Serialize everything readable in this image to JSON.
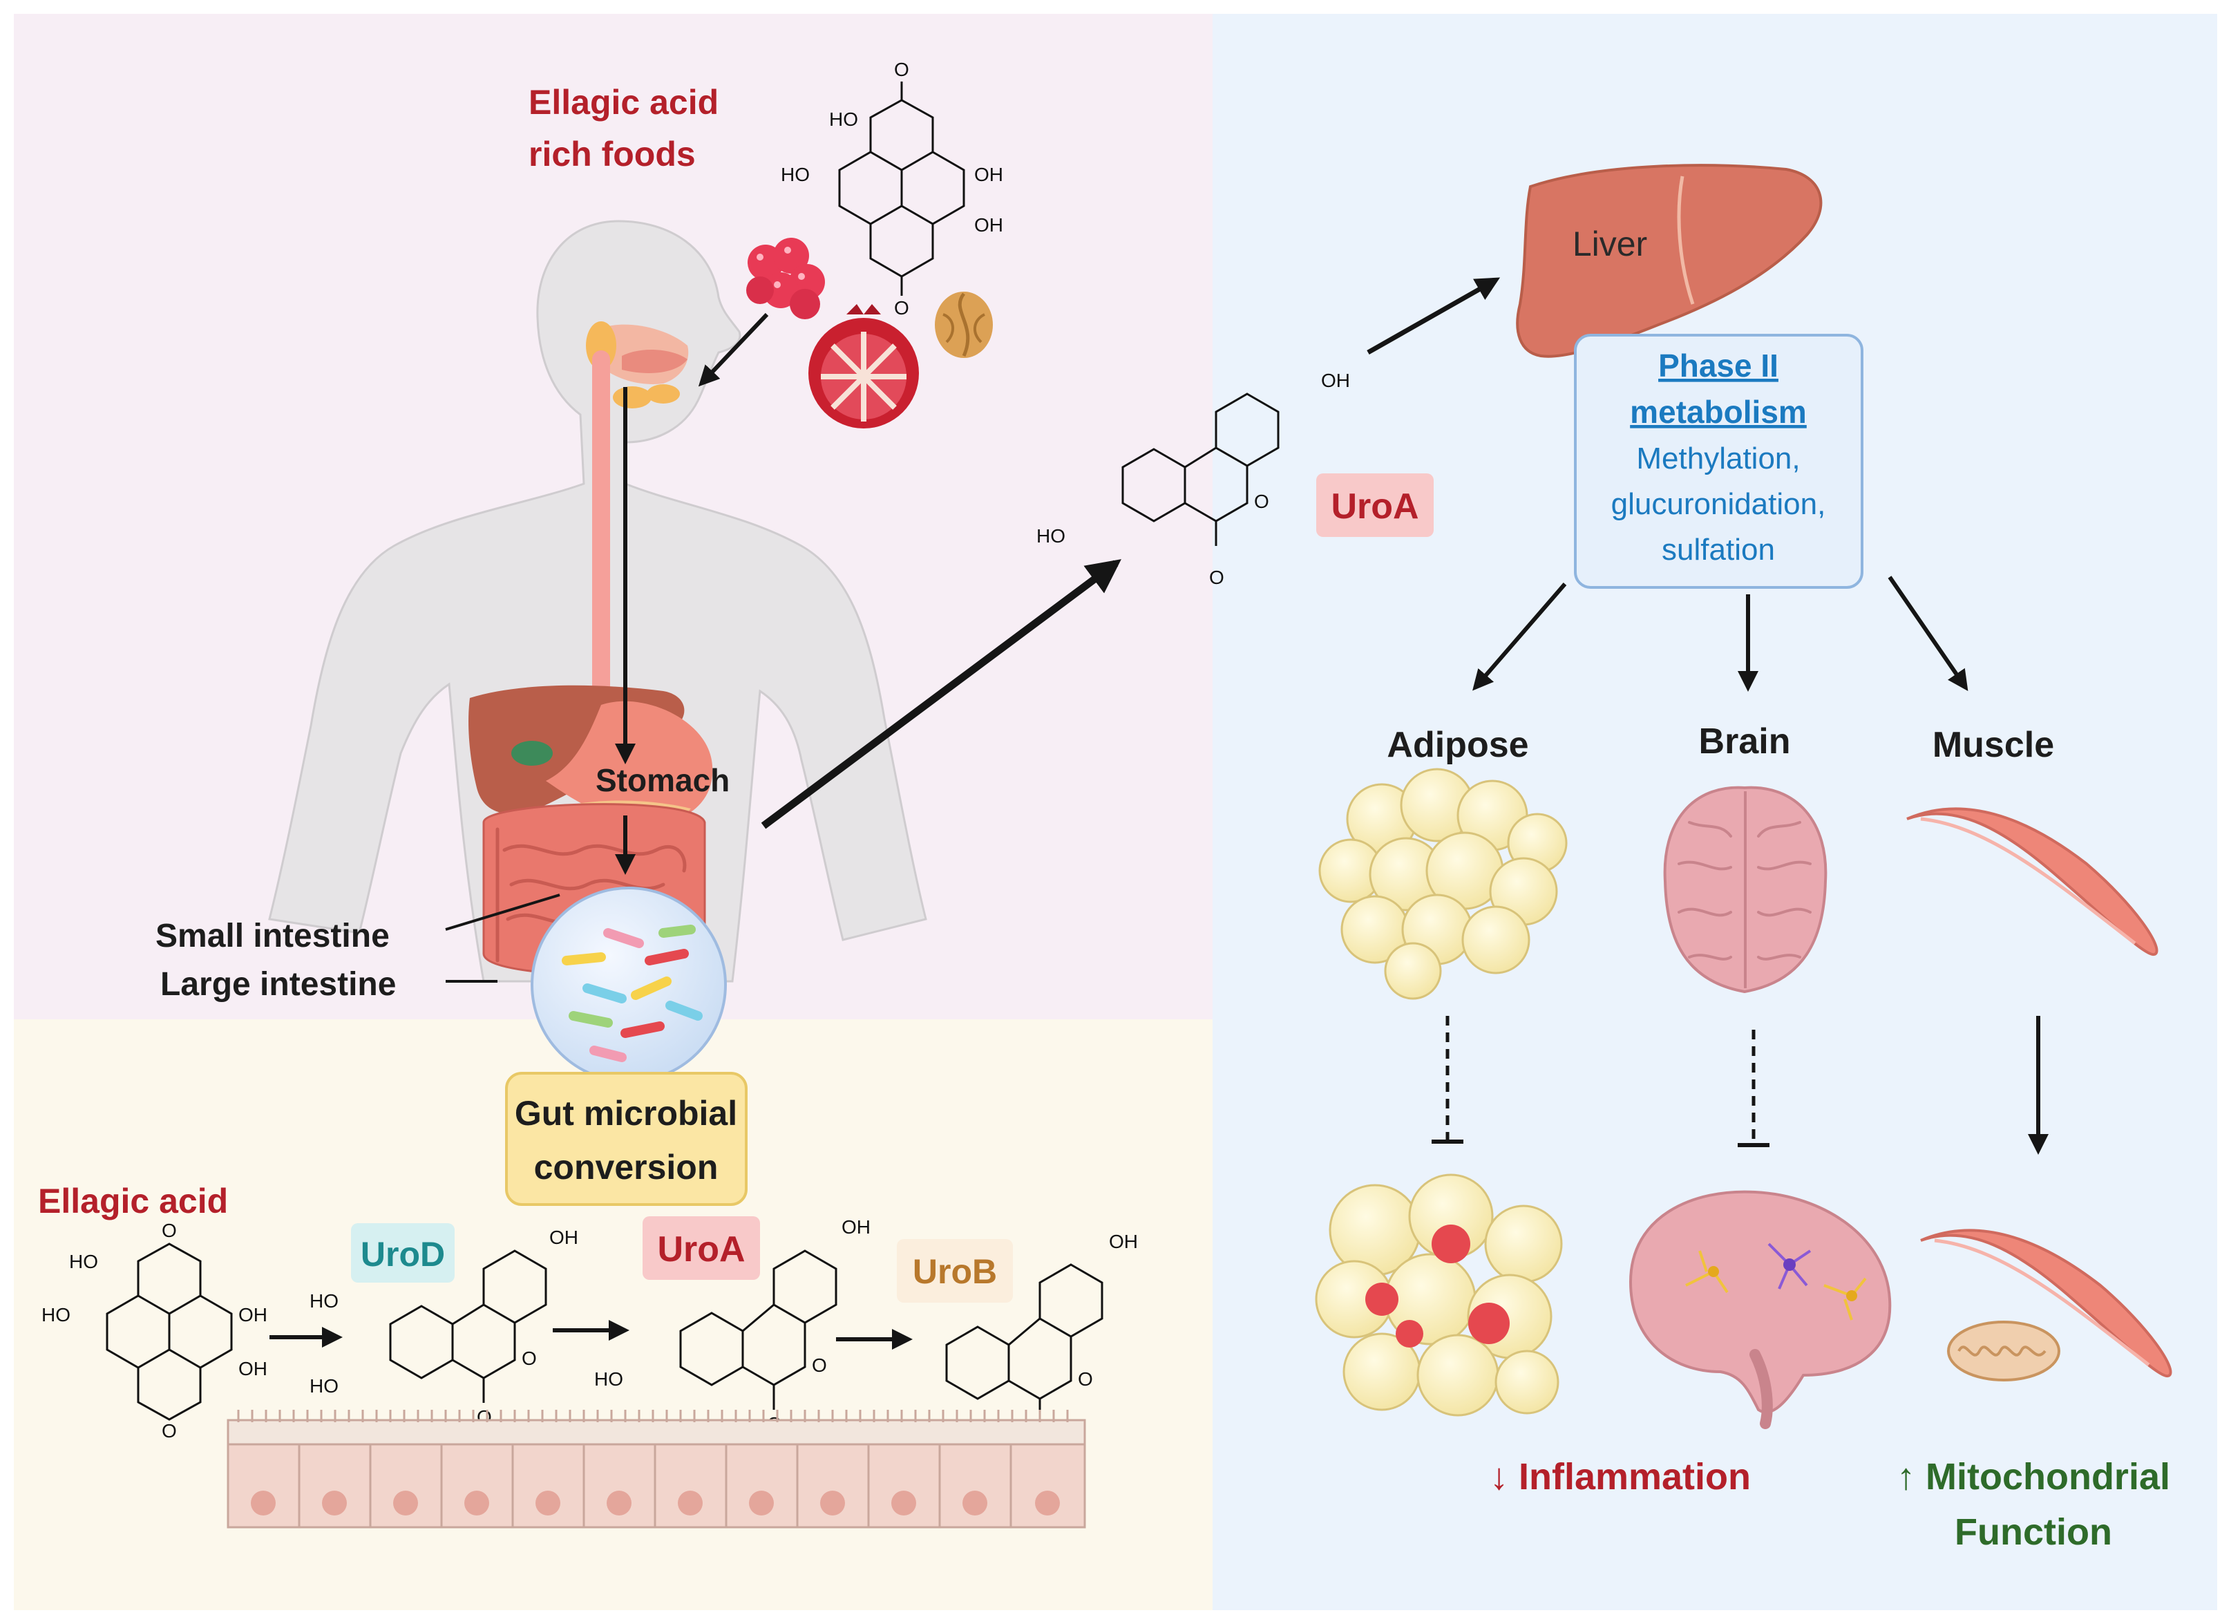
{
  "colors": {
    "panel_top_left": "#f7eef5",
    "panel_bottom_left": "#fcf8ec",
    "panel_right": "#ebf3fc",
    "accent_red": "#b4202a",
    "accent_blue": "#1b7ac0",
    "accent_green": "#2e6b2a",
    "uroA_badge": "#f8c9c9",
    "uroD_badge": "#d6f0f1",
    "uroB_badge": "#fbeedd",
    "gut_box": "#fbe6a4"
  },
  "labels": {
    "foods_line1": "Ellagic acid",
    "foods_line2": "rich foods",
    "stomach": "Stomach",
    "small_intestine": "Small intestine",
    "large_intestine": "Large intestine",
    "gut_line1": "Gut microbial",
    "gut_line2": "conversion",
    "ellagic_acid": "Ellagic acid",
    "uroD": "UroD",
    "uroA_bottom": "UroA",
    "uroB": "UroB",
    "uroA_center": "UroA",
    "liver": "Liver",
    "phase_line1": "Phase II",
    "phase_line2": "metabolism",
    "phase_line3": "Methylation,",
    "phase_line4": "glucuronidation,",
    "phase_line5": "sulfation",
    "adipose": "Adipose",
    "brain": "Brain",
    "muscle": "Muscle",
    "inflammation": "↓ Inflammation",
    "mito_line1": "↑ Mitochondrial",
    "mito_line2": "Function"
  },
  "chem": {
    "oh": "OH",
    "ho": "HO",
    "o": "O"
  },
  "icons": [
    "human-body-icon",
    "raspberry-icon",
    "pomegranate-icon",
    "walnut-icon",
    "liver-icon",
    "adipose-icon",
    "brain-icon",
    "muscle-icon",
    "mitochondrion-icon",
    "gut-bacteria-icon",
    "intestinal-epithelium-icon"
  ]
}
